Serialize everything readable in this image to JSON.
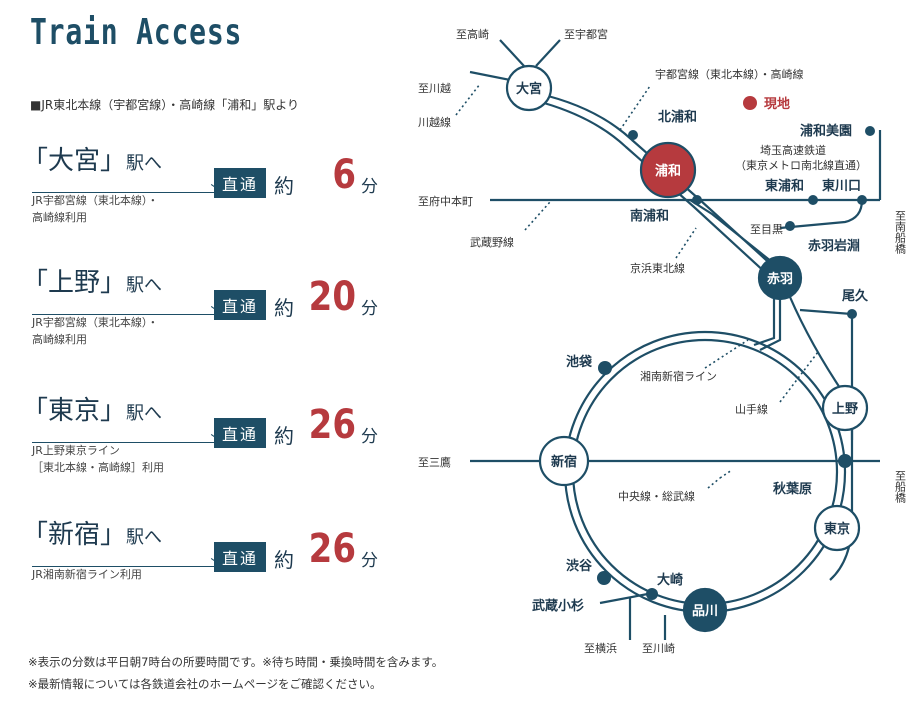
{
  "title": "Train Access",
  "subtitle": "■JR東北本線（宇都宮線）・高崎線「浦和」駅より",
  "routes": [
    {
      "dest": "「大宮」",
      "eki": "駅へ",
      "badge": "直通",
      "approx": "約",
      "minutes": "6",
      "unit": "分",
      "note1": "JR宇都宮線（東北本線）・",
      "note2": "高崎線利用"
    },
    {
      "dest": "「上野」",
      "eki": "駅へ",
      "badge": "直通",
      "approx": "約",
      "minutes": "20",
      "unit": "分",
      "note1": "JR宇都宮線（東北本線）・",
      "note2": "高崎線利用"
    },
    {
      "dest": "「東京」",
      "eki": "駅へ",
      "badge": "直通",
      "approx": "約",
      "minutes": "26",
      "unit": "分",
      "note1": "JR上野東京ライン",
      "note2": "［東北本線・高崎線］利用"
    },
    {
      "dest": "「新宿」",
      "eki": "駅へ",
      "badge": "直通",
      "approx": "約",
      "minutes": "26",
      "unit": "分",
      "note1": "JR湘南新宿ライン利用",
      "note2": ""
    }
  ],
  "footnotes": [
    "※表示の分数は平日朝7時台の所要時間です。※待ち時間・乗換時間を含みます。",
    "※最新情報については各鉄道会社のホームページをご確認ください。"
  ],
  "map": {
    "stations": {
      "omiya": "大宮",
      "urawa": "浦和",
      "akabane": "赤羽",
      "ueno": "上野",
      "tokyo": "東京",
      "shinagawa": "品川",
      "shinjuku": "新宿"
    },
    "minor_stations": {
      "kitaurawa": "北浦和",
      "minamiurawa": "南浦和",
      "urawamisono": "浦和美園",
      "higashiurawa": "東浦和",
      "higashikawaguchi": "東川口",
      "akabaneiwabuchi": "赤羽岩淵",
      "oku": "尾久",
      "ikebukuro": "池袋",
      "akihabara": "秋葉原",
      "shibuya": "渋谷",
      "osaki": "大崎",
      "musashikosugi": "武蔵小杉"
    },
    "directions": {
      "takasaki": "至高崎",
      "utsunomiya": "至宇都宮",
      "kawagoe": "至川越",
      "fuchunakamachi": "至府中本町",
      "meguro": "至目黒",
      "mitaka": "至三鷹",
      "yokohama": "至横浜",
      "kawasaki": "至川崎",
      "minamifunabashi": "至南船橋",
      "funabashi": "至船橋"
    },
    "lines": {
      "kawagoe": "川越線",
      "utsunomiya_takasaki": "宇都宮線（東北本線）・高崎線",
      "musashino": "武蔵野線",
      "keihin_tohoku": "京浜東北線",
      "saitama_rapid_1": "埼玉高速鉄道",
      "saitama_rapid_2": "（東京メトロ南北線直通）",
      "shonan_shinjuku": "湘南新宿ライン",
      "yamanote": "山手線",
      "chuo_sobu": "中央線・総武線"
    },
    "current_location": "現地",
    "colors": {
      "line": "#1e4e66",
      "current": "#b63a3e",
      "text": "#1e3a4f"
    }
  }
}
